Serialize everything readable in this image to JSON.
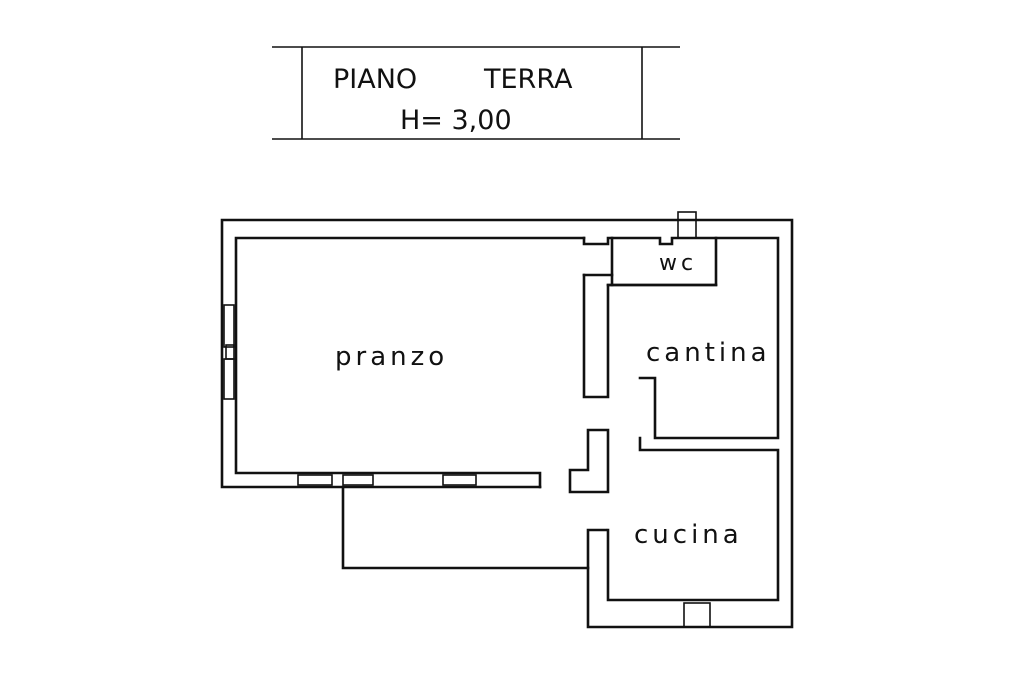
{
  "title": {
    "line1_left": "PIANO",
    "line1_right": "TERRA",
    "line2": "H= 3,00"
  },
  "rooms": [
    {
      "name": "pranzo"
    },
    {
      "name": "wc"
    },
    {
      "name": "cantina"
    },
    {
      "name": "cucina"
    }
  ]
}
